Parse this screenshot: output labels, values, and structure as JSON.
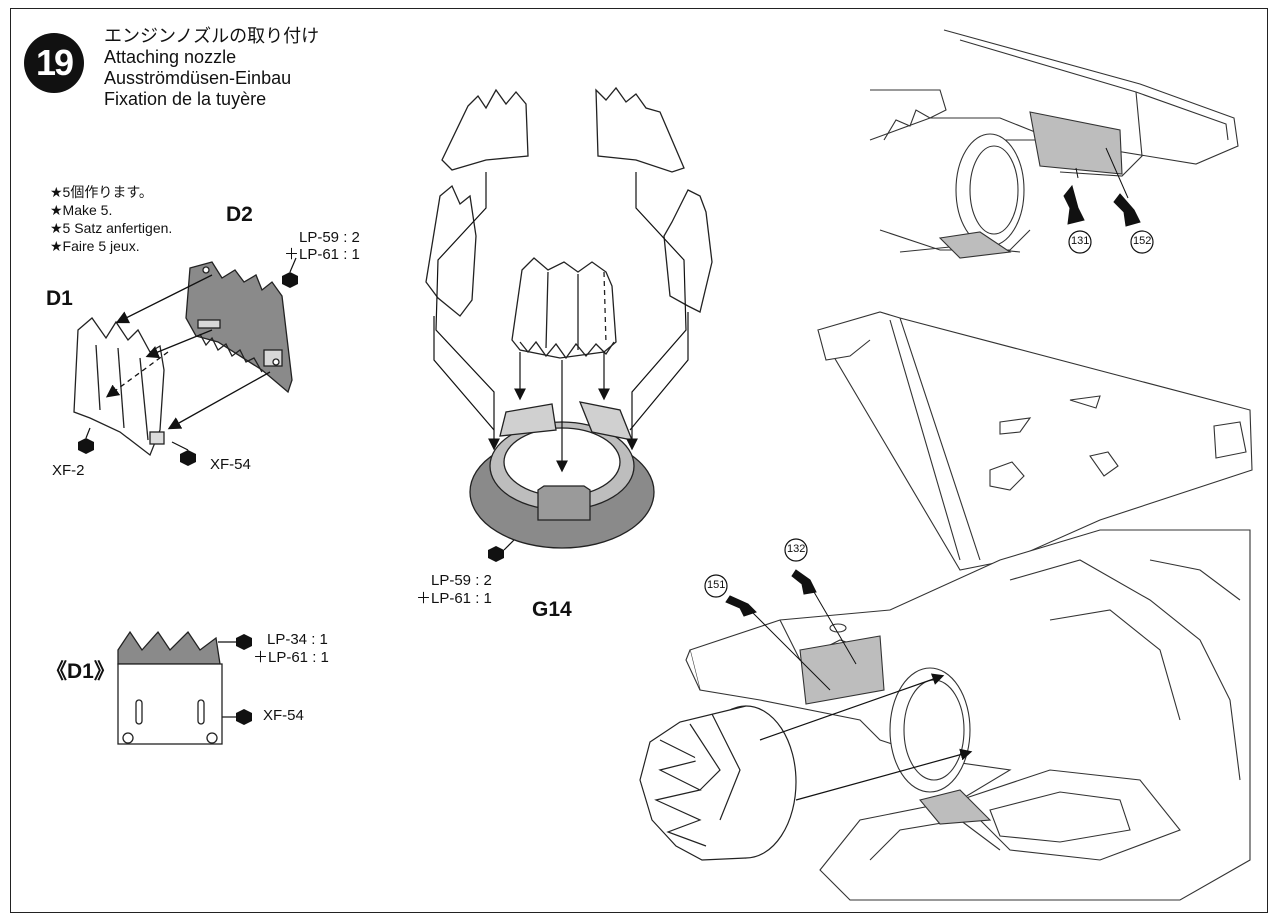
{
  "step": {
    "number": "19",
    "title_ja": "エンジンノズルの取り付け",
    "title_en": "Attaching nozzle",
    "title_de": "Ausströmdüsen-Einbau",
    "title_fr": "Fixation de la tuyère"
  },
  "note": {
    "ja": "★5個作ります。",
    "en": "★Make 5.",
    "de": "★5 Satz anfertigen.",
    "fr": "★Faire 5 jeux."
  },
  "parts": {
    "d1": "D1",
    "d2": "D2",
    "g14": "G14",
    "d1_detail": "《D1》"
  },
  "paints": {
    "d2_line1": "LP-59 : 2",
    "d2_line2": "＋LP-61 : 1",
    "d1_color": "XF-2",
    "d1_tab_color": "XF-54",
    "g14_line1": "LP-59 : 2",
    "g14_line2": "＋LP-61 : 1",
    "detail_line1": "LP-34 : 1",
    "detail_line2": "＋LP-61 : 1",
    "detail_color": "XF-54"
  },
  "callouts": {
    "c131": "131",
    "c152": "152",
    "c132": "132",
    "c151": "151"
  }
}
